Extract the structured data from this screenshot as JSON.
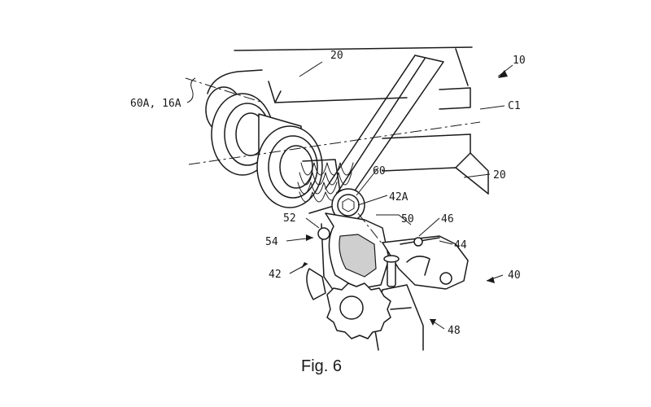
{
  "figure": {
    "caption": "Fig. 6",
    "labels": {
      "l10": "10",
      "l20a": "20",
      "l20b": "20",
      "l60a16a": "60A, 16A",
      "lc1": "C1",
      "l60": "60",
      "l42a": "42A",
      "l52": "52",
      "l50": "50",
      "l46": "46",
      "l54": "54",
      "l44": "44",
      "l42": "42",
      "l40": "40",
      "l48": "48"
    }
  }
}
